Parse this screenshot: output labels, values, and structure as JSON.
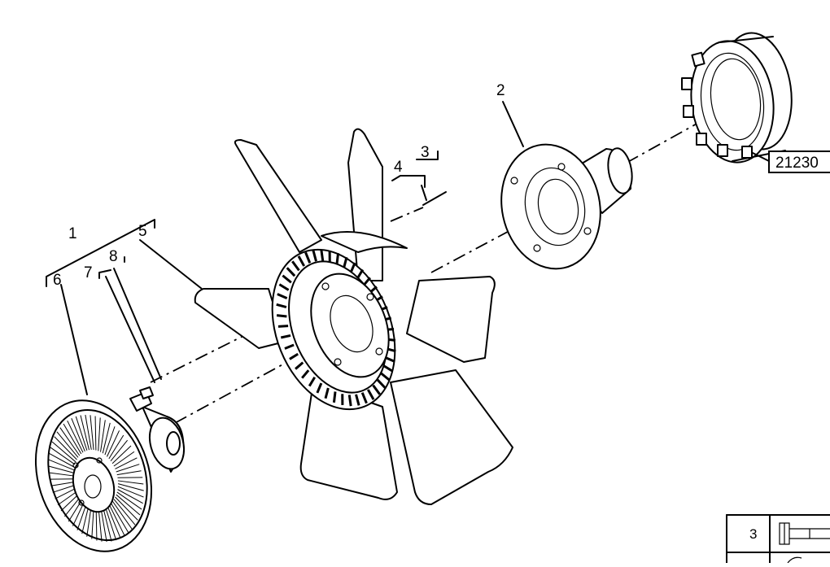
{
  "diagram": {
    "callouts": {
      "c1": "1",
      "c2": "2",
      "c3": "3",
      "c4": "4",
      "c5": "5",
      "c6": "6",
      "c7": "7",
      "c8": "8"
    },
    "reference": "21230",
    "legend_row": "3"
  }
}
